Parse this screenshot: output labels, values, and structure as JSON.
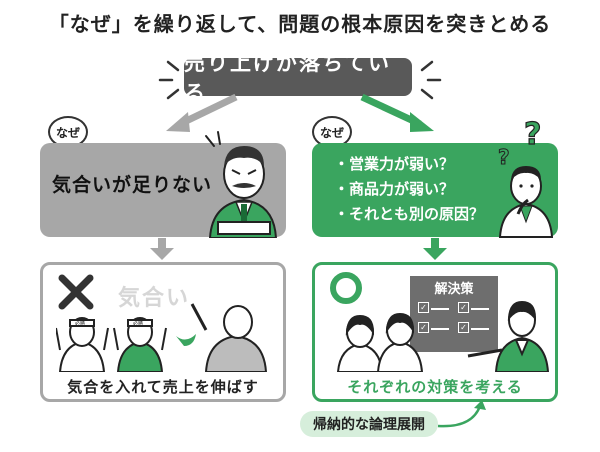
{
  "title": "「なぜ」を繰り返して、問題の根本原因を突きとめる",
  "problem": "売り上げが落ちている",
  "why_label": "なぜ",
  "left": {
    "cause": "気合いが足りない",
    "background_text": "気合い",
    "headband_text": "必勝",
    "action": "気合を入れて売上を伸ばす"
  },
  "right": {
    "reasons": [
      "・営業力が弱い？",
      "・商品力が弱い？",
      "・それとも別の原因？"
    ],
    "board_title": "解決策",
    "action": "それぞれの対策を考える"
  },
  "tag": "帰納的な論理展開",
  "colors": {
    "green": "#3aa55f",
    "gray": "#a7a7a7",
    "dark": "#595959",
    "light_green": "#d6eedb"
  }
}
